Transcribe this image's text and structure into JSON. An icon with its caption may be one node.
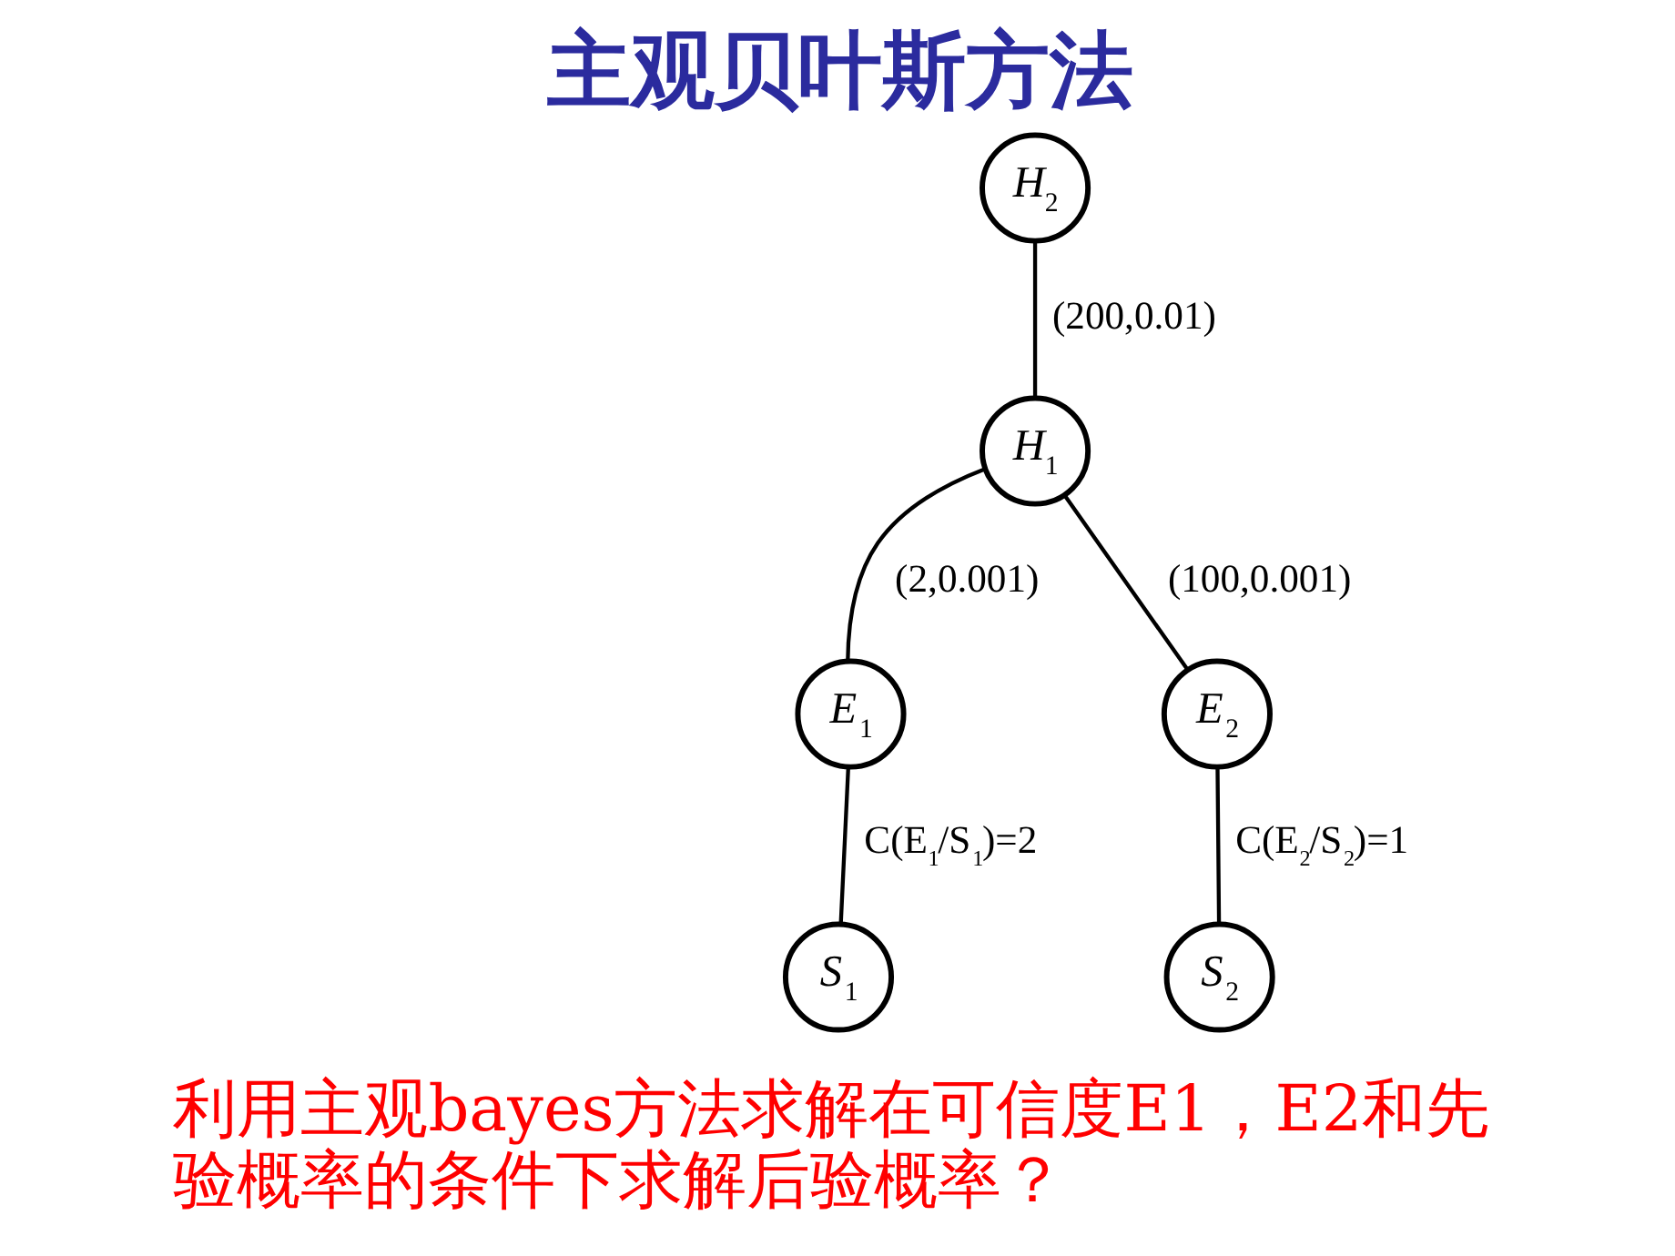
{
  "diagram": {
    "title": "主观贝叶斯方法",
    "caption": "利用主观bayes方法求解在可信度E1，E2和先验概率的条件下求解后验概率？",
    "nodes": [
      {
        "text": [
          "H$_{2}$"
        ]
      },
      {
        "text": [
          "H$_{1}$"
        ]
      },
      {
        "text": [
          "E$_{1}$"
        ]
      },
      {
        "text": [
          "E$_{2}$"
        ]
      },
      {
        "text": [
          "S$_{1}$"
        ]
      },
      {
        "text": [
          "S$_{2}$"
        ]
      }
    ],
    "edges": [
      {
        "from": 0,
        "to": 1,
        "arrow": "none",
        "label": "(200,0.01)"
      },
      {
        "from": 1,
        "to": 2,
        "arrow": "none",
        "label": "(2,0.001)"
      },
      {
        "from": 1,
        "to": 3,
        "arrow": "none",
        "label": "(100,0.001)"
      },
      {
        "from": 2,
        "to": 4,
        "arrow": "none",
        "label": "C(E$_{1}$/S$_{1}$)=2"
      },
      {
        "from": 3,
        "to": 5,
        "arrow": "none",
        "label": "C(E$_{2}$/S$_{2}$)=1"
      }
    ]
  }
}
